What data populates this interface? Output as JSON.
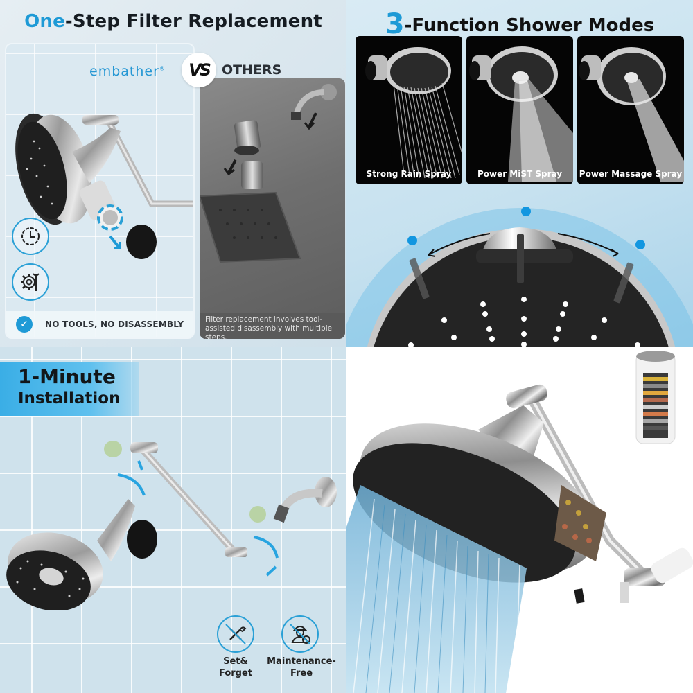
{
  "panels": {
    "filter_replacement": {
      "title_accent": "One",
      "title_rest": "-Step Filter Replacement",
      "brand": "embather",
      "brand_mark": "®",
      "vs": "VS",
      "others_label": "OTHERS",
      "left_caption": "NO TOOLS, NO DISASSEMBLY",
      "right_caption": "Filter replacement involves tool-assisted disassembly with multiple steps.",
      "icons": [
        "clock-icon",
        "gear-wrench-icon",
        "check-icon"
      ],
      "accent_color": "#1e9ad6"
    },
    "shower_modes": {
      "title_accent": "3",
      "title_rest": "-Function Shower Modes",
      "modes": [
        {
          "label": "Strong Rain Spray"
        },
        {
          "label": "Power MiST Spray"
        },
        {
          "label": "Power Massage Spray"
        }
      ],
      "accent_color": "#1296e0"
    },
    "installation": {
      "title": "1-Minute",
      "subtitle": "Installation",
      "features": [
        {
          "icon": "no-tools-icon",
          "label_line1": "Set&",
          "label_line2": "Forget"
        },
        {
          "icon": "no-technician-icon",
          "label_line1": "Maintenance-",
          "label_line2": "Free"
        }
      ]
    },
    "product": {
      "description": "Filtered rainfall shower head with adjustable arm and replacement filter cartridge"
    }
  }
}
